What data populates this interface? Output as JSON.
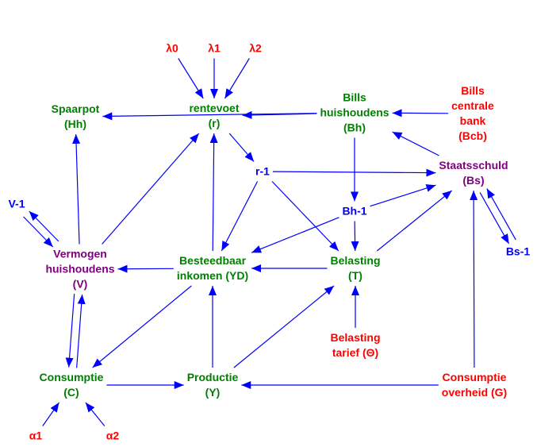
{
  "colors": {
    "edge": "#0000ff",
    "endogenous": "#008000",
    "exogenous": "#ff0000",
    "stock": "#800080",
    "lagged": "#0000ff"
  },
  "nodes": {
    "lambda0": [
      "λ0"
    ],
    "lambda1": [
      "λ1"
    ],
    "lambda2": [
      "λ2"
    ],
    "rentevoet": [
      "rentevoet",
      "(r)"
    ],
    "spaarpot": [
      "Spaarpot",
      "(Hh)"
    ],
    "bills_huishoudens": [
      "Bills",
      "huishoudens",
      "(Bh)"
    ],
    "bills_centrale_bank": [
      "Bills",
      "centrale",
      "bank",
      "(Bcb)"
    ],
    "r_lag": [
      "r-1"
    ],
    "staatsschuld": [
      "Staatsschuld",
      "(Bs)"
    ],
    "v_lag": [
      "V-1"
    ],
    "bh_lag": [
      "Bh-1"
    ],
    "vermogen": [
      "Vermogen",
      "huishoudens",
      "(V)"
    ],
    "besteedbaar": [
      "Besteedbaar",
      "inkomen (YD)"
    ],
    "belasting": [
      "Belasting",
      "(T)"
    ],
    "bs_lag": [
      "Bs-1"
    ],
    "belasting_tarief": [
      "Belasting",
      "tarief (Θ)"
    ],
    "consumptie": [
      "Consumptie",
      "(C)"
    ],
    "productie": [
      "Productie",
      "(Y)"
    ],
    "consumptie_overheid": [
      "Consumptie",
      "overheid (G)"
    ],
    "alpha1": [
      "α1"
    ],
    "alpha2": [
      "α2"
    ]
  },
  "edges": [
    [
      "lambda0",
      "rentevoet"
    ],
    [
      "lambda1",
      "rentevoet"
    ],
    [
      "lambda2",
      "rentevoet"
    ],
    [
      "bills_huishoudens",
      "rentevoet"
    ],
    [
      "bills_huishoudens",
      "spaarpot"
    ],
    [
      "bills_centrale_bank",
      "bills_huishoudens"
    ],
    [
      "staatsschuld",
      "bills_huishoudens"
    ],
    [
      "bills_huishoudens",
      "bh_lag"
    ],
    [
      "rentevoet",
      "r_lag"
    ],
    [
      "r_lag",
      "staatsschuld"
    ],
    [
      "r_lag",
      "besteedbaar"
    ],
    [
      "r_lag",
      "belasting"
    ],
    [
      "bh_lag",
      "staatsschuld"
    ],
    [
      "bh_lag",
      "besteedbaar"
    ],
    [
      "bh_lag",
      "belasting"
    ],
    [
      "belasting",
      "staatsschuld"
    ],
    [
      "staatsschuld",
      "bs_lag"
    ],
    [
      "bs_lag",
      "staatsschuld"
    ],
    [
      "consumptie_overheid",
      "staatsschuld"
    ],
    [
      "consumptie_overheid",
      "productie"
    ],
    [
      "besteedbaar",
      "rentevoet"
    ],
    [
      "vermogen",
      "rentevoet"
    ],
    [
      "vermogen",
      "spaarpot"
    ],
    [
      "vermogen",
      "v_lag"
    ],
    [
      "v_lag",
      "vermogen"
    ],
    [
      "besteedbaar",
      "vermogen"
    ],
    [
      "belasting",
      "besteedbaar"
    ],
    [
      "belasting_tarief",
      "belasting"
    ],
    [
      "besteedbaar",
      "consumptie"
    ],
    [
      "vermogen",
      "consumptie"
    ],
    [
      "consumptie",
      "vermogen"
    ],
    [
      "consumptie",
      "productie"
    ],
    [
      "productie",
      "besteedbaar"
    ],
    [
      "productie",
      "belasting"
    ],
    [
      "alpha1",
      "consumptie"
    ],
    [
      "alpha2",
      "consumptie"
    ]
  ]
}
